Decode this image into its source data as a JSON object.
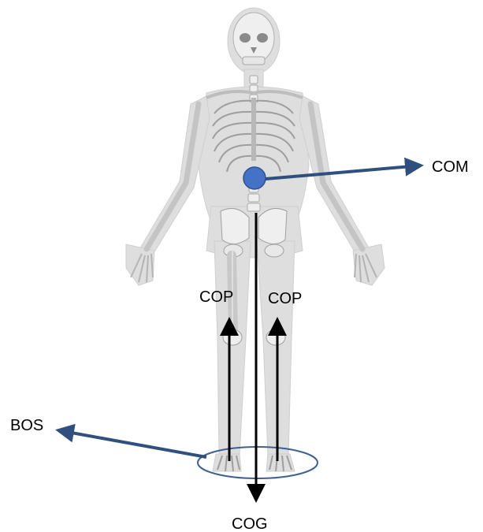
{
  "labels": {
    "com": "COM",
    "cop_left": "COP",
    "cop_right": "COP",
    "bos": "BOS",
    "cog": "COG"
  },
  "colors": {
    "body_silhouette": "#dcdcdc",
    "bone": "#f2f2f2",
    "bone_shadow": "#bdbdbd",
    "com_marker": "#4472c4",
    "com_arrow": "#2f4f7f",
    "vector_arrows": "#000000"
  },
  "icons": {
    "figure": "human-skeleton-icon",
    "com_marker": "center-of-mass-dot"
  }
}
